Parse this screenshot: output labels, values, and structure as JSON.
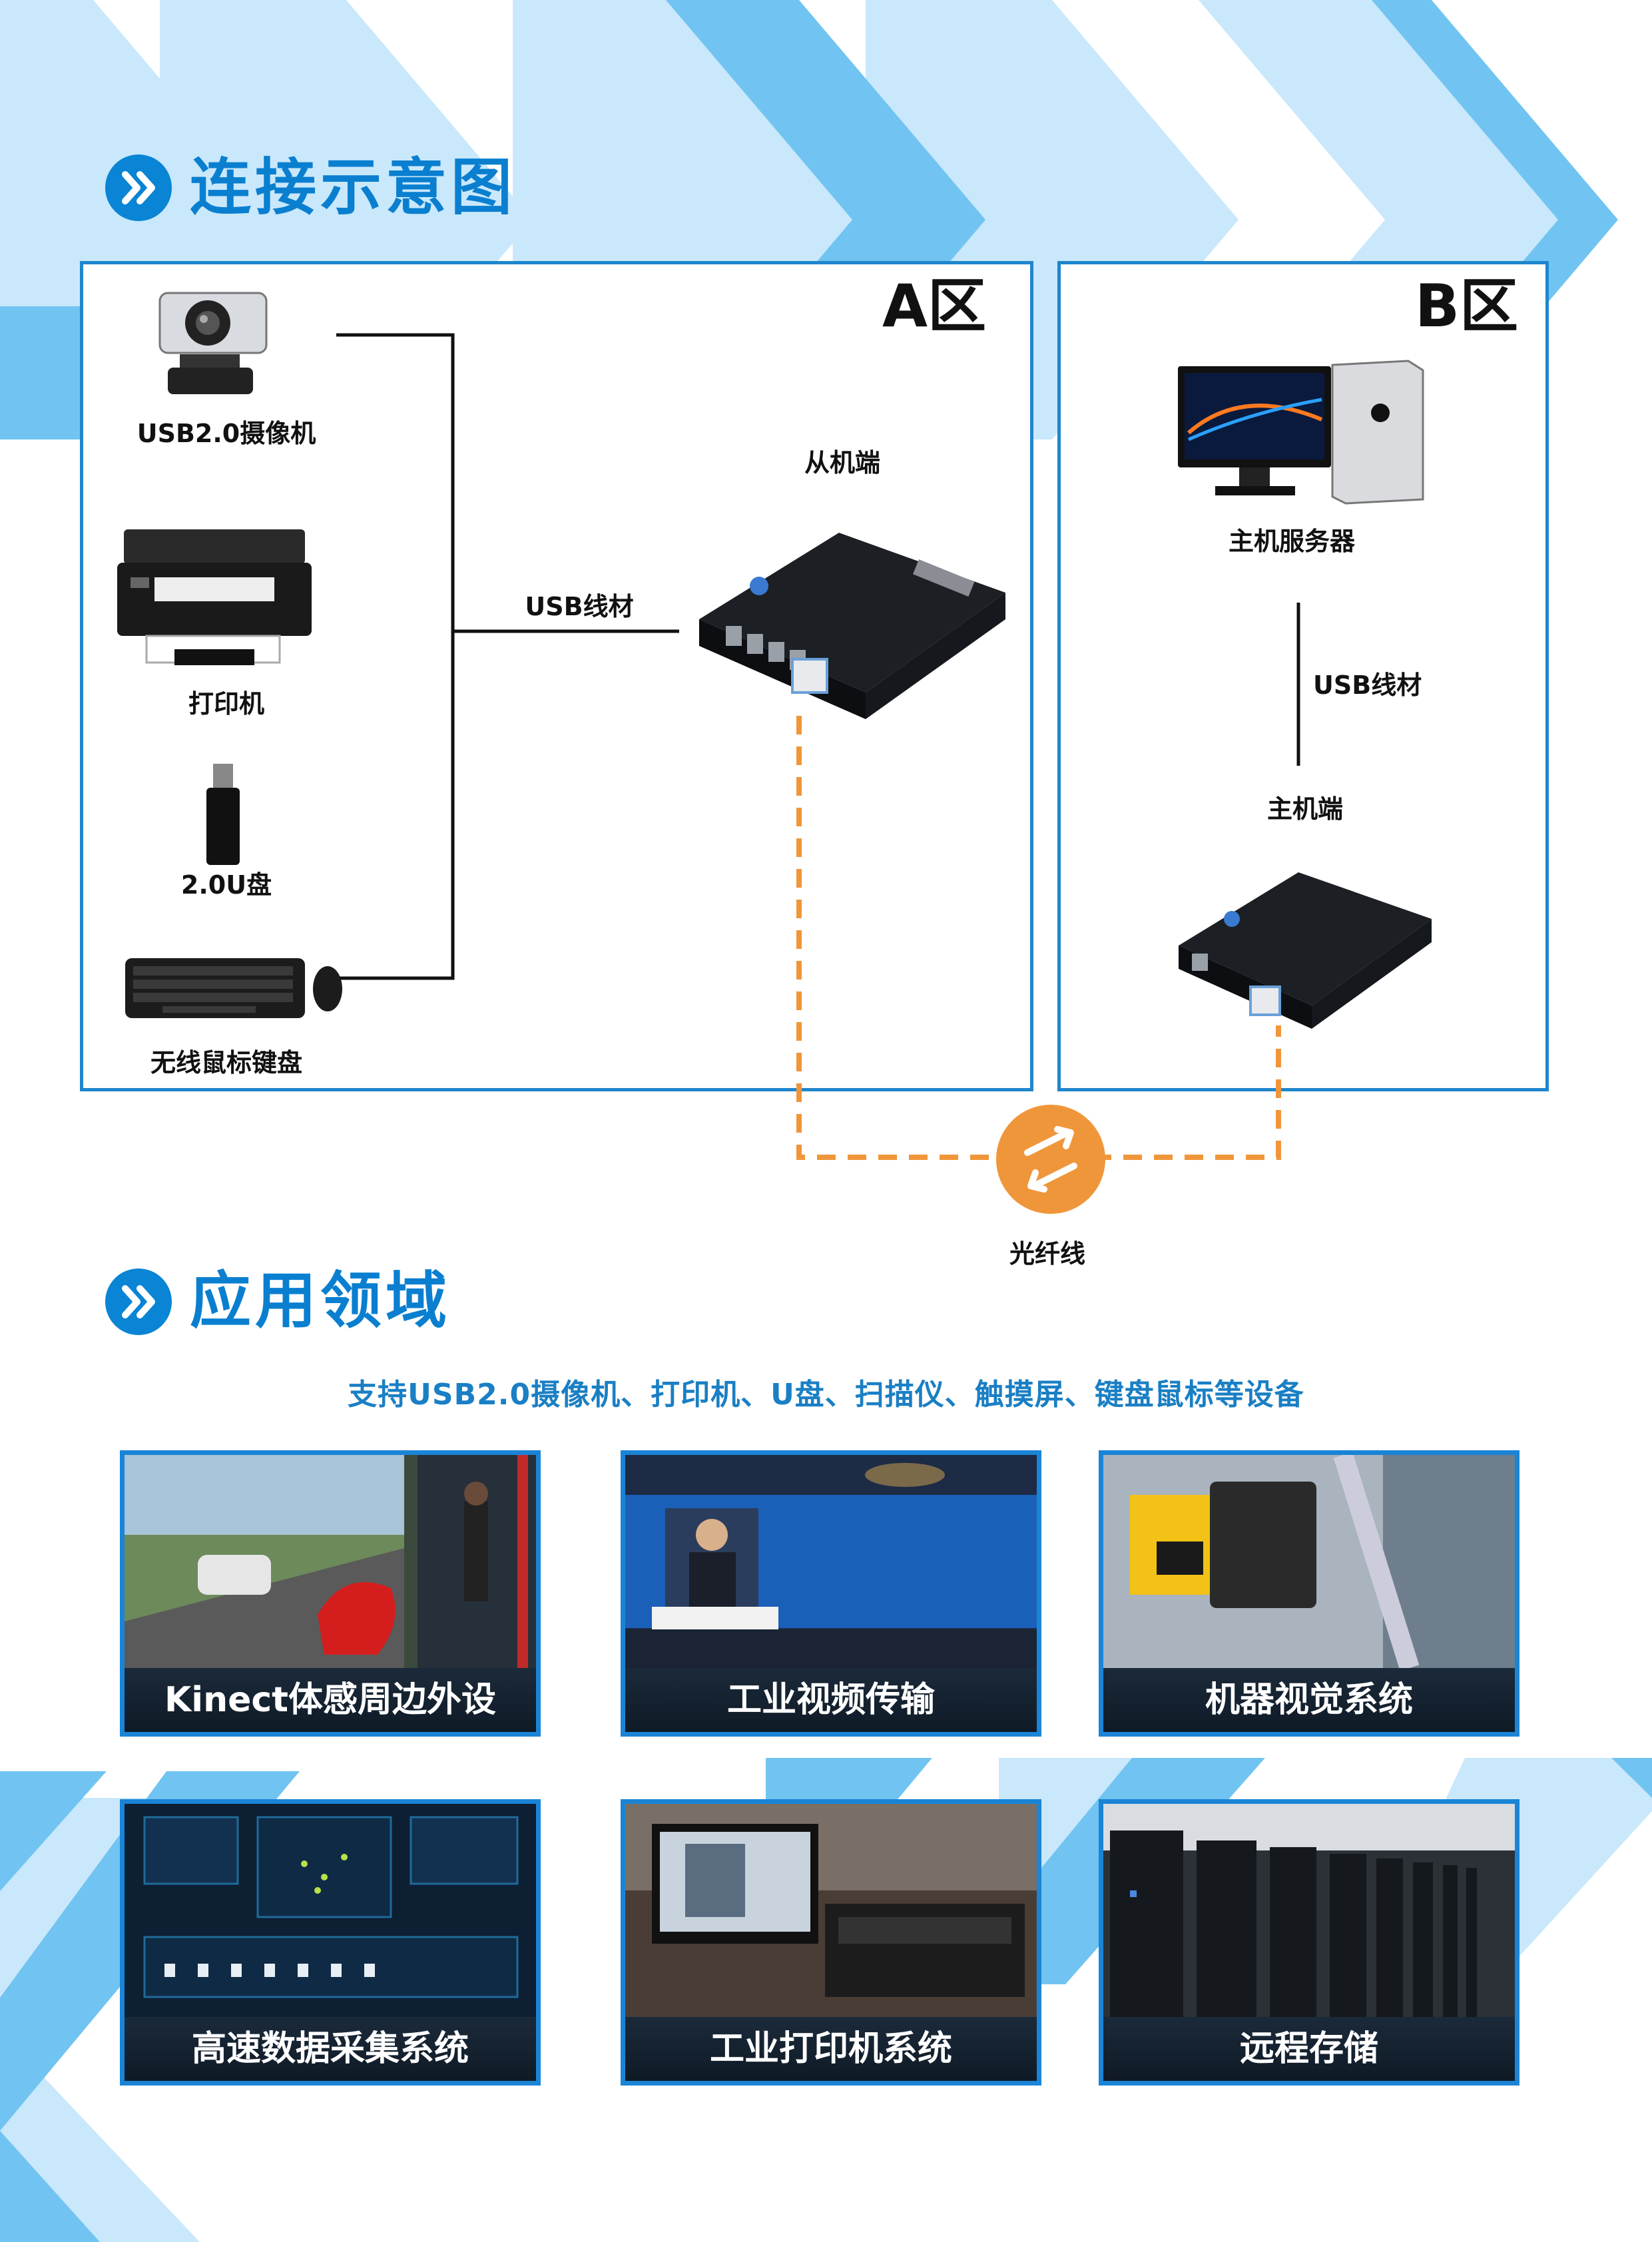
{
  "colors": {
    "accent": "#0a84d4",
    "chevron_light": "#c6e6fa",
    "chevron_mid": "#6cc2f0",
    "zone_border": "#1f86cc",
    "fiber": "#f0963a",
    "card_border": "#1a84d6"
  },
  "sections": {
    "connection": {
      "title": "连接示意图",
      "icon": "double-chevron-icon"
    },
    "application": {
      "title": "应用领域",
      "icon": "double-chevron-icon"
    }
  },
  "zone_a": {
    "label": "A区",
    "devices": [
      {
        "label": "USB2.0摄像机",
        "icon": "webcam-icon"
      },
      {
        "label": "打印机",
        "icon": "printer-icon"
      },
      {
        "label": "2.0U盘",
        "icon": "usb-drive-icon"
      },
      {
        "label": "无线鼠标键盘",
        "icon": "keyboard-mouse-icon"
      }
    ],
    "cable_label": "USB线材",
    "unit_label": "从机端"
  },
  "zone_b": {
    "label": "B区",
    "server_label": "主机服务器",
    "cable_label": "USB线材",
    "unit_label": "主机端"
  },
  "fiber_label": "光纤线",
  "application_subtitle": "支持USB2.0摄像机、打印机、U盘、扫描仪、触摸屏、键盘鼠标等设备",
  "applications": [
    {
      "caption": "Kinect体感周边外设"
    },
    {
      "caption": "工业视频传输"
    },
    {
      "caption": "机器视觉系统"
    },
    {
      "caption": "高速数据采集系统"
    },
    {
      "caption": "工业打印机系统"
    },
    {
      "caption": "远程存储"
    }
  ]
}
